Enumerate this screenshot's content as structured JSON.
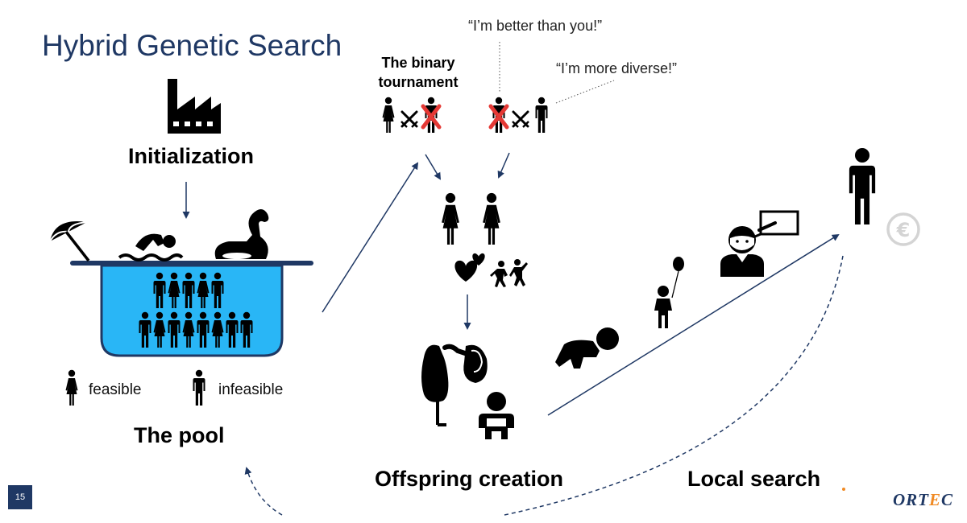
{
  "slide": {
    "title": "Hybrid Genetic Search",
    "page_number": "15",
    "logo": {
      "prefix": "ORT",
      "accent": "E",
      "suffix": "C"
    }
  },
  "labels": {
    "initialization": "Initialization",
    "the_pool": "The pool",
    "binary_tournament_line1": "The binary",
    "binary_tournament_line2": "tournament",
    "quote_better": "“I’m better than you!”",
    "quote_diverse": "“I’m more diverse!”",
    "offspring_creation": "Offspring creation",
    "local_search": "Local search"
  },
  "legend": {
    "feasible": "feasible",
    "infeasible": "infeasible"
  },
  "colors": {
    "title": "#1f3864",
    "pool_water": "#29b6f6",
    "pool_edge": "#1f3864",
    "arrow": "#1f3864",
    "cross": "#e53935",
    "logo_accent": "#f08a24",
    "euro_gray": "#d4d4d4"
  },
  "icons": {
    "factory": "factory-icon",
    "umbrella": "beach-umbrella-icon",
    "swimmer": "swimmer-icon",
    "swan": "swan-float-icon",
    "stork": "stork-icon",
    "baby": "baby-icon",
    "crawling_baby": "crawling-baby-icon",
    "child_balloon": "child-with-balloon-icon",
    "student": "student-icon",
    "adult": "adult-icon",
    "euro": "euro-icon",
    "hearts": "hearts-icon",
    "playing_children": "playing-children-icon"
  }
}
